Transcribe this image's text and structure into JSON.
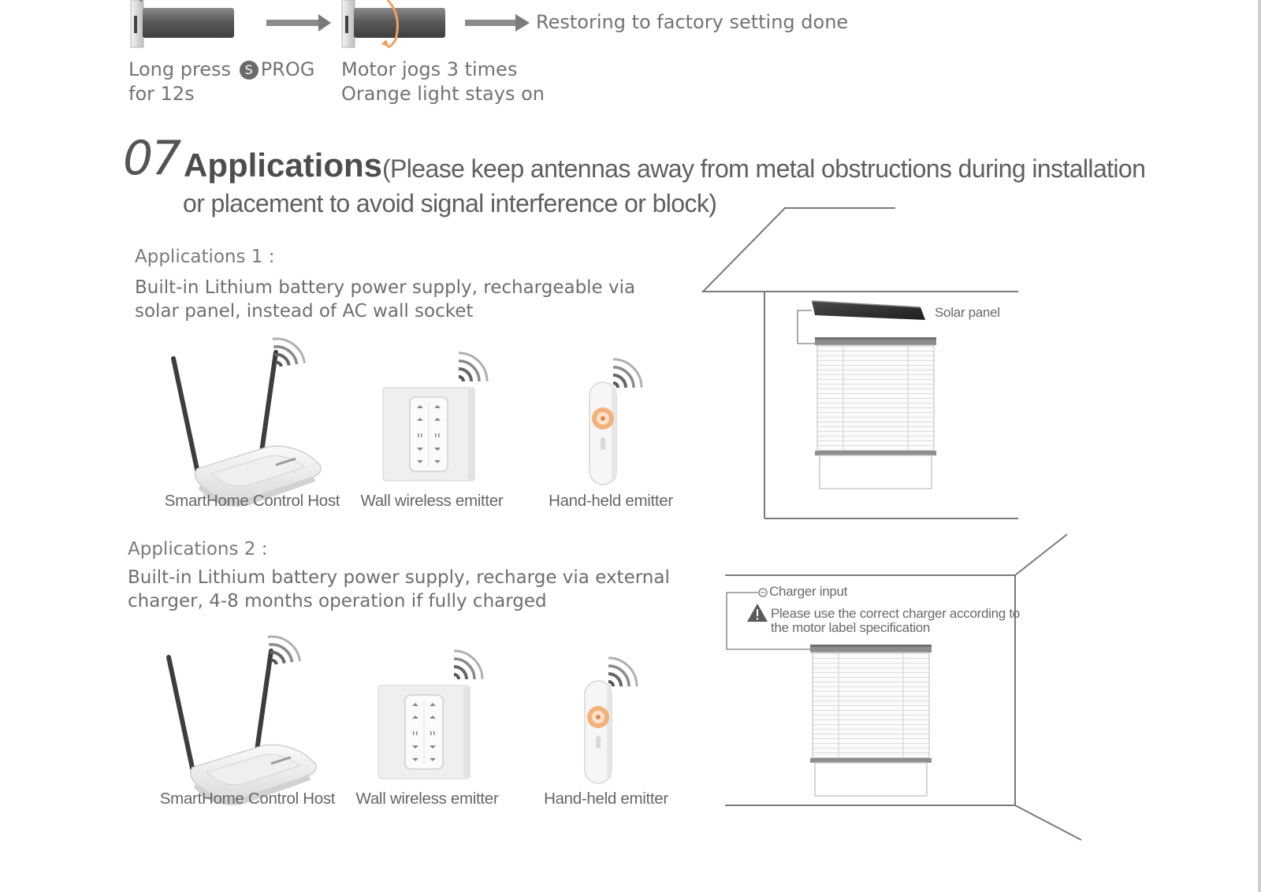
{
  "reset_steps": {
    "step1_prefix": "Long press",
    "step1_badge": "S",
    "step1_suffix": "PROG",
    "step1_line2": "for 12s",
    "step2_line1": "Motor jogs 3 times",
    "step2_line2": "Orange light stays on",
    "done_text": "Restoring to factory setting done"
  },
  "section": {
    "number": "07",
    "title": "Applications",
    "note_line1": "(Please keep antennas away from metal obstructions during installation",
    "note_line2": "or placement to avoid signal interference or block)"
  },
  "applications": [
    {
      "heading": "Applications 1 :",
      "description": "Built-in Lithium battery power supply, rechargeable via solar panel, instead of AC wall socket",
      "devices": [
        "SmartHome Control Host",
        "Wall wireless emitter",
        "Hand-held emitter"
      ],
      "diagram_label": "Solar panel"
    },
    {
      "heading": "Applications 2 :",
      "description": "Built-in Lithium battery power supply, recharge via external charger, 4-8 months operation if fully charged",
      "devices": [
        "SmartHome Control Host",
        "Wall wireless emitter",
        "Hand-held emitter"
      ],
      "diagram_label": "Charger input",
      "warning": "Please use the correct charger according to the motor label specification"
    }
  ],
  "colors": {
    "accent_orange": "#f0a060",
    "motor_grey": "#5e5e60",
    "line_grey": "#7a7a7a"
  }
}
